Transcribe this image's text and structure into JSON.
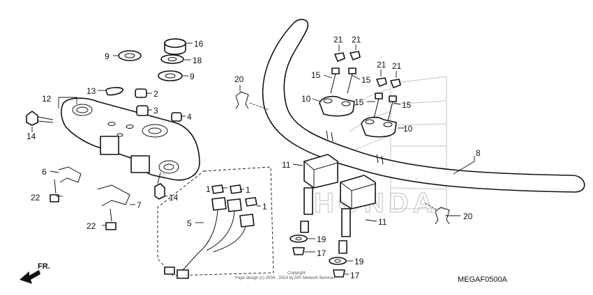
{
  "callouts": [
    {
      "id": "16",
      "text": "16"
    },
    {
      "id": "18",
      "text": "18"
    },
    {
      "id": "9a",
      "text": "9"
    },
    {
      "id": "9b",
      "text": "9"
    },
    {
      "id": "12",
      "text": "12"
    },
    {
      "id": "13",
      "text": "13"
    },
    {
      "id": "2",
      "text": "2"
    },
    {
      "id": "3",
      "text": "3"
    },
    {
      "id": "4",
      "text": "4"
    },
    {
      "id": "14a",
      "text": "14"
    },
    {
      "id": "14b",
      "text": "14"
    },
    {
      "id": "6",
      "text": "6"
    },
    {
      "id": "22a",
      "text": "22"
    },
    {
      "id": "22b",
      "text": "22"
    },
    {
      "id": "7",
      "text": "7"
    },
    {
      "id": "5",
      "text": "5"
    },
    {
      "id": "1a",
      "text": "1"
    },
    {
      "id": "1b",
      "text": "1"
    },
    {
      "id": "1c",
      "text": "1"
    },
    {
      "id": "20a",
      "text": "20"
    },
    {
      "id": "20b",
      "text": "20"
    },
    {
      "id": "21a",
      "text": "21"
    },
    {
      "id": "21b",
      "text": "21"
    },
    {
      "id": "21c",
      "text": "21"
    },
    {
      "id": "21d",
      "text": "21"
    },
    {
      "id": "15a",
      "text": "15"
    },
    {
      "id": "15b",
      "text": "15"
    },
    {
      "id": "15c",
      "text": "15"
    },
    {
      "id": "15d",
      "text": "15"
    },
    {
      "id": "10a",
      "text": "10"
    },
    {
      "id": "10b",
      "text": "10"
    },
    {
      "id": "8",
      "text": "8"
    },
    {
      "id": "11a",
      "text": "11"
    },
    {
      "id": "11b",
      "text": "11"
    },
    {
      "id": "19a",
      "text": "19"
    },
    {
      "id": "19b",
      "text": "19"
    },
    {
      "id": "17a",
      "text": "17"
    },
    {
      "id": "17b",
      "text": "17"
    }
  ],
  "front_arrow": "FR.",
  "diagram_code": "MEGAF0500A",
  "watermark": "HONDA",
  "copyright_line1": "Copyright",
  "copyright_line2": "Page design (c) 2004 - 2014 by ARI Network Services"
}
